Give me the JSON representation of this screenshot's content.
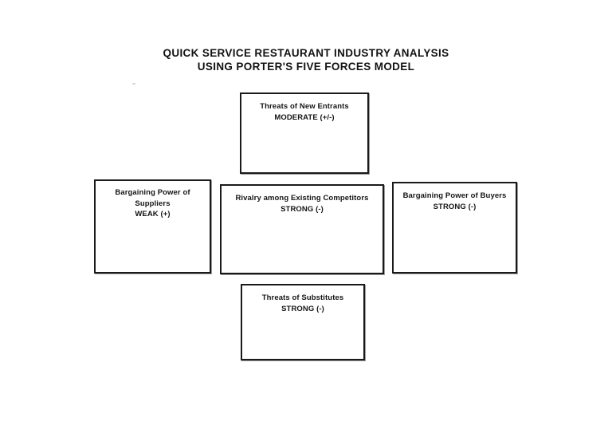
{
  "document": {
    "title_lines": [
      "QUICK SERVICE RESTAURANT INDUSTRY ANALYSIS",
      "USING PORTER'S FIVE FORCES MODEL"
    ]
  },
  "diagram": {
    "type": "porters-five-forces",
    "boxes": {
      "new_entrants": {
        "label": "Threats of New Entrants",
        "rating": "MODERATE (+/-)"
      },
      "suppliers": {
        "label_line1": "Bargaining Power of",
        "label_line2": "Suppliers",
        "rating": "WEAK (+)"
      },
      "rivalry": {
        "label": "Rivalry among Existing Competitors",
        "rating": "STRONG (-)"
      },
      "buyers": {
        "label": "Bargaining Power of Buyers",
        "rating": "STRONG (-)"
      },
      "substitutes": {
        "label": "Threats of Substitutes",
        "rating": "STRONG (-)"
      }
    }
  },
  "colors": {
    "page_background": "#ffffff",
    "box_border": "#1a1a1a",
    "text": "#151515",
    "box_shadow": "#9a9a9a"
  }
}
